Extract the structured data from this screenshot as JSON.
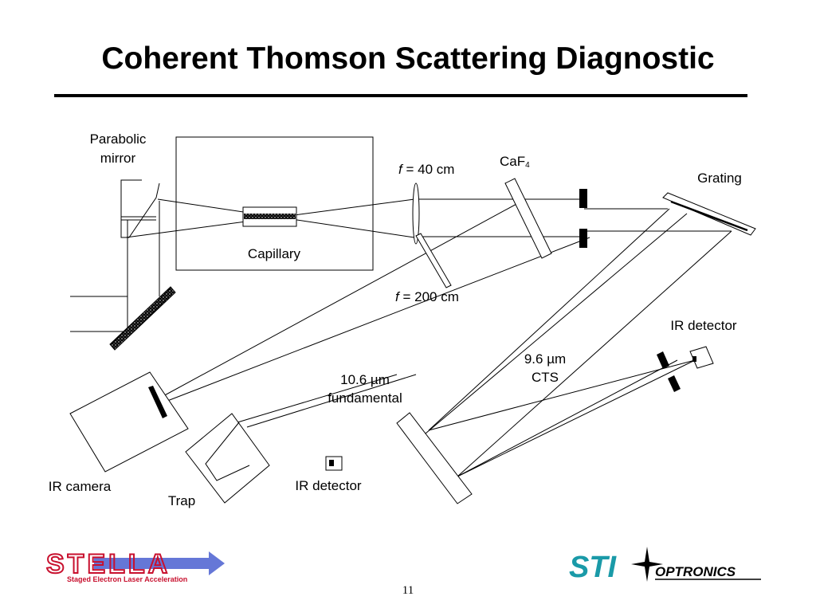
{
  "slide": {
    "title": "Coherent Thomson Scattering Diagnostic",
    "page_number": "11"
  },
  "diagram": {
    "labels": {
      "parabolic_mirror_line1": "Parabolic",
      "parabolic_mirror_line2": "mirror",
      "capillary": "Capillary",
      "lens_40_f": "f",
      "lens_40_rest": " = 40 cm",
      "lens_200_f": "f",
      "lens_200_rest": " = 200 cm",
      "caf_base": "CaF",
      "caf_sub": "4",
      "grating": "Grating",
      "ir_detector_right": "IR detector",
      "cts_line1": "9.6 µm",
      "cts_line2": "CTS",
      "fundamental_line1": "10.6 µm",
      "fundamental_line2": "fundamental",
      "ir_camera": "IR camera",
      "trap": "Trap",
      "ir_detector_bottom": "IR detector"
    }
  },
  "logos": {
    "stella": {
      "wordmark": "STELLA",
      "tagline": "Staged Electron Laser Acceleration",
      "color": "#c8102e",
      "arrow_color": "#4a5fd0"
    },
    "sti": {
      "wordmark": "STI",
      "sub": "OPTRONICS",
      "color": "#1a9aa8"
    }
  }
}
